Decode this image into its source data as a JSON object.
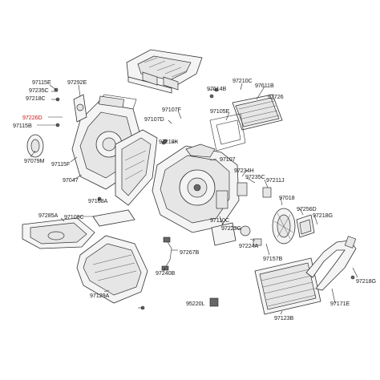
{
  "labels": {
    "p97115E": "97115E",
    "p97235C_a": "97235C",
    "p97218C_a": "97218C",
    "p97292E": "97292E",
    "p97226D": "97226D",
    "p97115B": "97115B",
    "p97079M": "97079M",
    "p97115F": "97115F",
    "p97047": "97047",
    "p97210C": "97210C",
    "p97614B": "97614B",
    "p97611B": "97611B",
    "p97726": "97726",
    "p97107F": "97107F",
    "p97107D": "97107D",
    "p97105E": "97105E",
    "p97218K": "97218K",
    "p97107": "97107",
    "p97234H": "97234H",
    "p97235C_b": "97235C",
    "p97211J": "97211J",
    "p97168A": "97168A",
    "p97018": "97018",
    "p97256D": "97256D",
    "p97218G_a": "97218G",
    "p97285A": "97285A",
    "p97108C": "97108C",
    "p97110C": "97110C",
    "p97223G": "97223G",
    "p97224A": "97224A",
    "p97267B": "97267B",
    "p97157B": "97157B",
    "p97240B": "97240B",
    "p97218G_b": "97218G",
    "p97129A": "97129A",
    "p95220L": "95220L",
    "p97171E": "97171E",
    "p97123B": "97123B"
  },
  "colors": {
    "highlight_label": "#d01818",
    "label": "#1c1c1c",
    "linework": "#2a2a2a"
  }
}
